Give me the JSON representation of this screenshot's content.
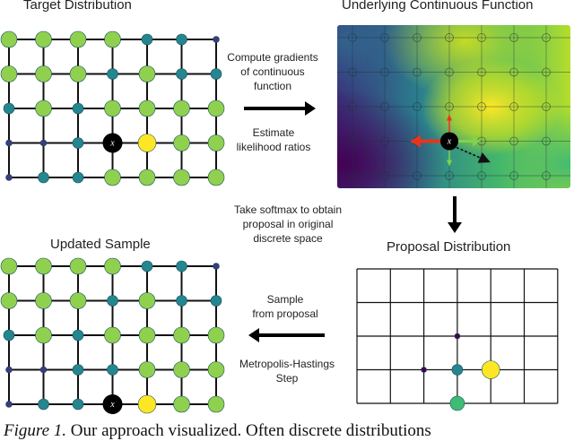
{
  "titles": {
    "target": "Target Distribution",
    "continuous": "Underlying Continuous Function",
    "updated": "Updated Sample",
    "proposal": "Proposal Distribution"
  },
  "notes": {
    "gradients": [
      "Compute gradients",
      "of continuous",
      "function"
    ],
    "likelihood": [
      "Estimate",
      "likelihood ratios"
    ],
    "softmax": [
      "Take softmax to obtain",
      "proposal in original",
      "discrete space"
    ],
    "sample": [
      "Sample",
      "from proposal"
    ],
    "mh": [
      "Metropolis-Hastings",
      "Step"
    ]
  },
  "marker_label": "x",
  "caption": {
    "fig": "Figure 1.",
    "text": " Our approach visualized.  Often discrete distributions"
  },
  "colors": {
    "light_green": "#8fd14f",
    "mid_green": "#3fbc73",
    "teal": "#24868e",
    "navy": "#3b3b7e",
    "purple": "#440154",
    "yellow": "#fde725",
    "arrow_red": "#e8341c"
  },
  "grid_target": [
    [
      "lg",
      "lg",
      "lg",
      "lg",
      "tl",
      "tl",
      "nv"
    ],
    [
      "lg",
      "lg",
      "lg",
      "tl",
      "lg",
      "tl",
      "tl"
    ],
    [
      "tl",
      "lg",
      "tl",
      "lg",
      "lg",
      "lg",
      "lg"
    ],
    [
      "nv",
      "nv",
      "tl",
      "X",
      "yl",
      "lg",
      "lg"
    ],
    [
      "nv",
      "tl",
      "tl",
      "lg",
      "lg",
      "lg",
      "lg"
    ]
  ],
  "grid_updated": [
    [
      "lg",
      "lg",
      "lg",
      "lg",
      "tl",
      "tl",
      "nv"
    ],
    [
      "lg",
      "lg",
      "lg",
      "tl",
      "lg",
      "tl",
      "tl"
    ],
    [
      "tl",
      "lg",
      "tl",
      "lg",
      "lg",
      "lg",
      "lg"
    ],
    [
      "nv",
      "nv",
      "tl",
      "tl",
      "lg",
      "lg",
      "lg"
    ],
    [
      "nv",
      "tl",
      "tl",
      "X",
      "yl",
      "lg",
      "lg"
    ]
  ],
  "proposal_dots": [
    {
      "row": 2,
      "col": 3,
      "kind": "pp"
    },
    {
      "row": 3,
      "col": 2,
      "kind": "pp"
    },
    {
      "row": 3,
      "col": 3,
      "kind": "tl"
    },
    {
      "row": 3,
      "col": 4,
      "kind": "yl"
    },
    {
      "row": 4,
      "col": 3,
      "kind": "md"
    }
  ]
}
